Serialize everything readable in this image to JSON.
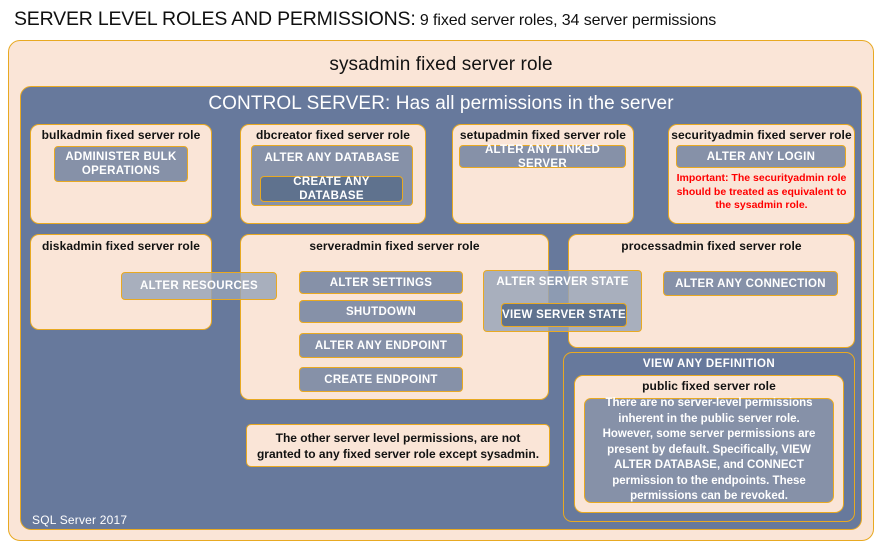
{
  "heading": {
    "main": "SERVER LEVEL ROLES AND PERMISSIONS:",
    "sub": " 9 fixed server roles, 34 server permissions"
  },
  "colors": {
    "peach_fill": "#fae5d7",
    "gold_border": "#e8a922",
    "blue_fill": "#67799c",
    "pill_fill": "#8691a8",
    "pill_dark_fill": "#5f728e",
    "warning_text": "#ff0000",
    "white_text": "#ffffff"
  },
  "sysadmin": {
    "title": "sysadmin  fixed  server  role"
  },
  "control_server": {
    "banner": "CONTROL SERVER: Has all permissions in the server"
  },
  "roles": {
    "bulkadmin": {
      "title": "bulkadmin  fixed server role",
      "permissions": [
        "ADMINISTER  BULK OPERATIONS"
      ]
    },
    "dbcreator": {
      "title": "dbcreator fixed server role",
      "permissions": [
        "ALTER ANY DATABASE",
        "CREATE  ANY DATABASE"
      ]
    },
    "setupadmin": {
      "title": "setupadmin fixed server role",
      "permissions": [
        "ALTER ANY LINKED SERVER"
      ]
    },
    "securityadmin": {
      "title": "securityadmin  fixed server role",
      "permissions": [
        "ALTER ANY LOGIN"
      ],
      "warning": "Important:  The securityadmin role should  be treated  as equivalent to the  sysadmin role."
    },
    "diskadmin": {
      "title": "diskadmin  fixed server role",
      "permissions": [
        "ALTER RESOURCES"
      ]
    },
    "serveradmin": {
      "title": "serveradmin fixed server role",
      "permissions": [
        "ALTER SETTINGS",
        "SHUTDOWN",
        "ALTER ANY ENDPOINT",
        "CREATE  ENDPOINT",
        "ALTER SERVER STATE",
        "VIEW SERVER STATE"
      ]
    },
    "processadmin": {
      "title": "processadmin fixed server role",
      "permissions": [
        "ALTER ANY CONNECTION"
      ]
    },
    "public": {
      "view_any_definition": "VIEW ANY DEFINITION",
      "title": "public  fixed server role",
      "note": "There are no server-level permissions inherent in the public server role. However, some server permissions are present by default. Specifically, VIEW ALTER DATABASE, and CONNECT permission to the endpoints. These permissions can be revoked."
    }
  },
  "other_permissions_note": "The other server level permissions,  are not granted to any fixed server role except sysadmin.",
  "footer": "SQL Server 2017"
}
